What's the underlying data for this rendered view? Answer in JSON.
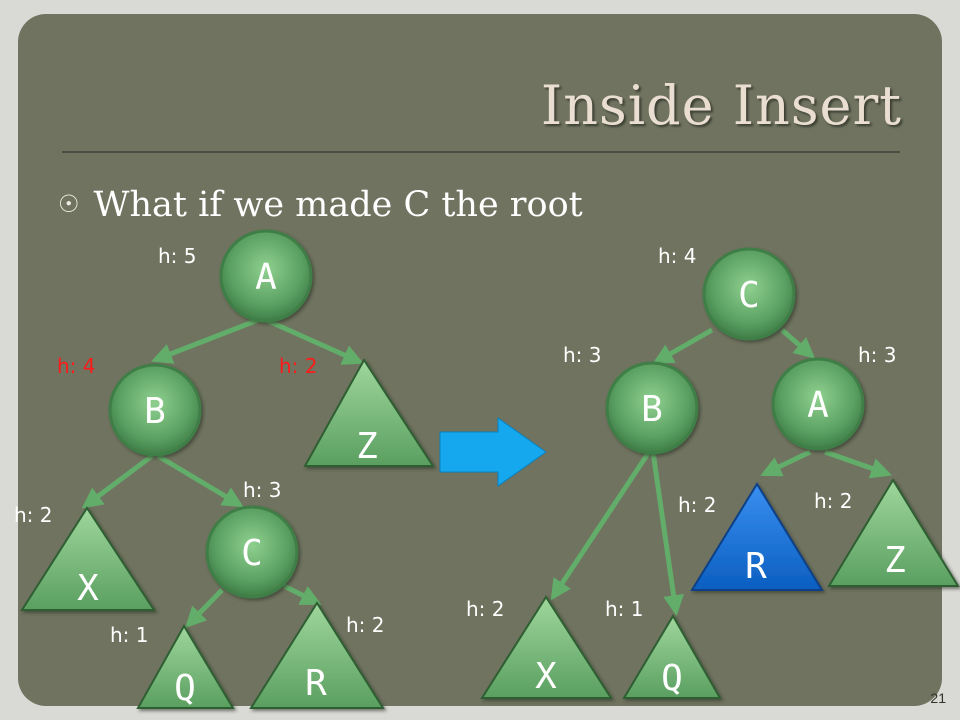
{
  "title": "Inside Insert",
  "bullet": {
    "mark": "☉",
    "text": "What if we made C the root"
  },
  "page_number": "21",
  "colors": {
    "node_fill": "#5aa062",
    "edge": "#62ad6a",
    "label": "#ffffff",
    "label_alert": "#ff1b1b",
    "highlight": "#1468ce",
    "arrow": "#16a8ee"
  },
  "left_tree": {
    "nodes": {
      "A": "A",
      "B": "B",
      "C": "C"
    },
    "subtrees": {
      "X": "X",
      "Z": "Z",
      "Q": "Q",
      "R": "R"
    },
    "heights": {
      "A": "h: 5",
      "B": "h: 4",
      "Z": "h: 2",
      "X": "h: 2",
      "C": "h: 3",
      "Q": "h: 1",
      "R": "h: 2"
    }
  },
  "right_tree": {
    "nodes": {
      "C": "C",
      "B": "B",
      "A": "A"
    },
    "subtrees": {
      "X": "X",
      "Q": "Q",
      "R": "R",
      "Z": "Z"
    },
    "heights": {
      "C": "h: 4",
      "B": "h: 3",
      "A": "h: 3",
      "R": "h: 2",
      "Z": "h: 2",
      "X": "h: 2",
      "Q": "h: 1"
    }
  }
}
